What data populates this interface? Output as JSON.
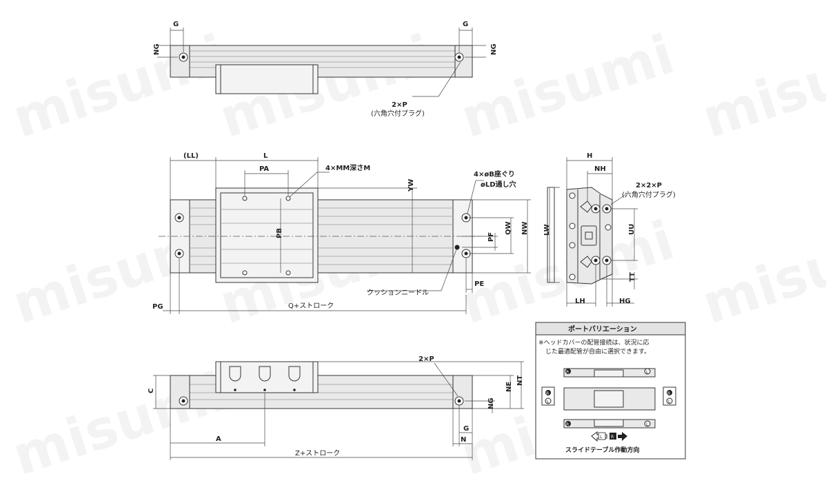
{
  "watermark": "misumi",
  "labels": {
    "G": "G",
    "NG": "NG",
    "P2": "2×P",
    "plug": "(六角穴付プラグ)",
    "LL": "(LL)",
    "L": "L",
    "PA": "PA",
    "MM": "4×MM深さM",
    "B": "4×øB座ぐり",
    "LD": "øLD通し穴",
    "YW": "YW",
    "PB": "PB",
    "QW": "QW",
    "NW": "NW",
    "PF": "PF",
    "PE": "PE",
    "PG": "PG",
    "Q": "Q+ストローク",
    "cushion": "クッションニードル",
    "H": "H",
    "NH": "NH",
    "P22": "2×2×P",
    "LW": "LW",
    "UU": "UU",
    "TT": "TT",
    "LH": "LH",
    "HG": "HG",
    "C": "C",
    "NE": "NE",
    "NT": "NT",
    "A": "A",
    "N": "N",
    "Z": "Z+ストローク"
  },
  "port_box": {
    "title": "ポートバリエーション",
    "note1": "※ヘッドカバーの配管接続は、状況に応",
    "note2": "じた最適配管が自由に選択できます。",
    "R": "R",
    "Lmark": "L",
    "caption": "スライドテーブル作動方向"
  }
}
